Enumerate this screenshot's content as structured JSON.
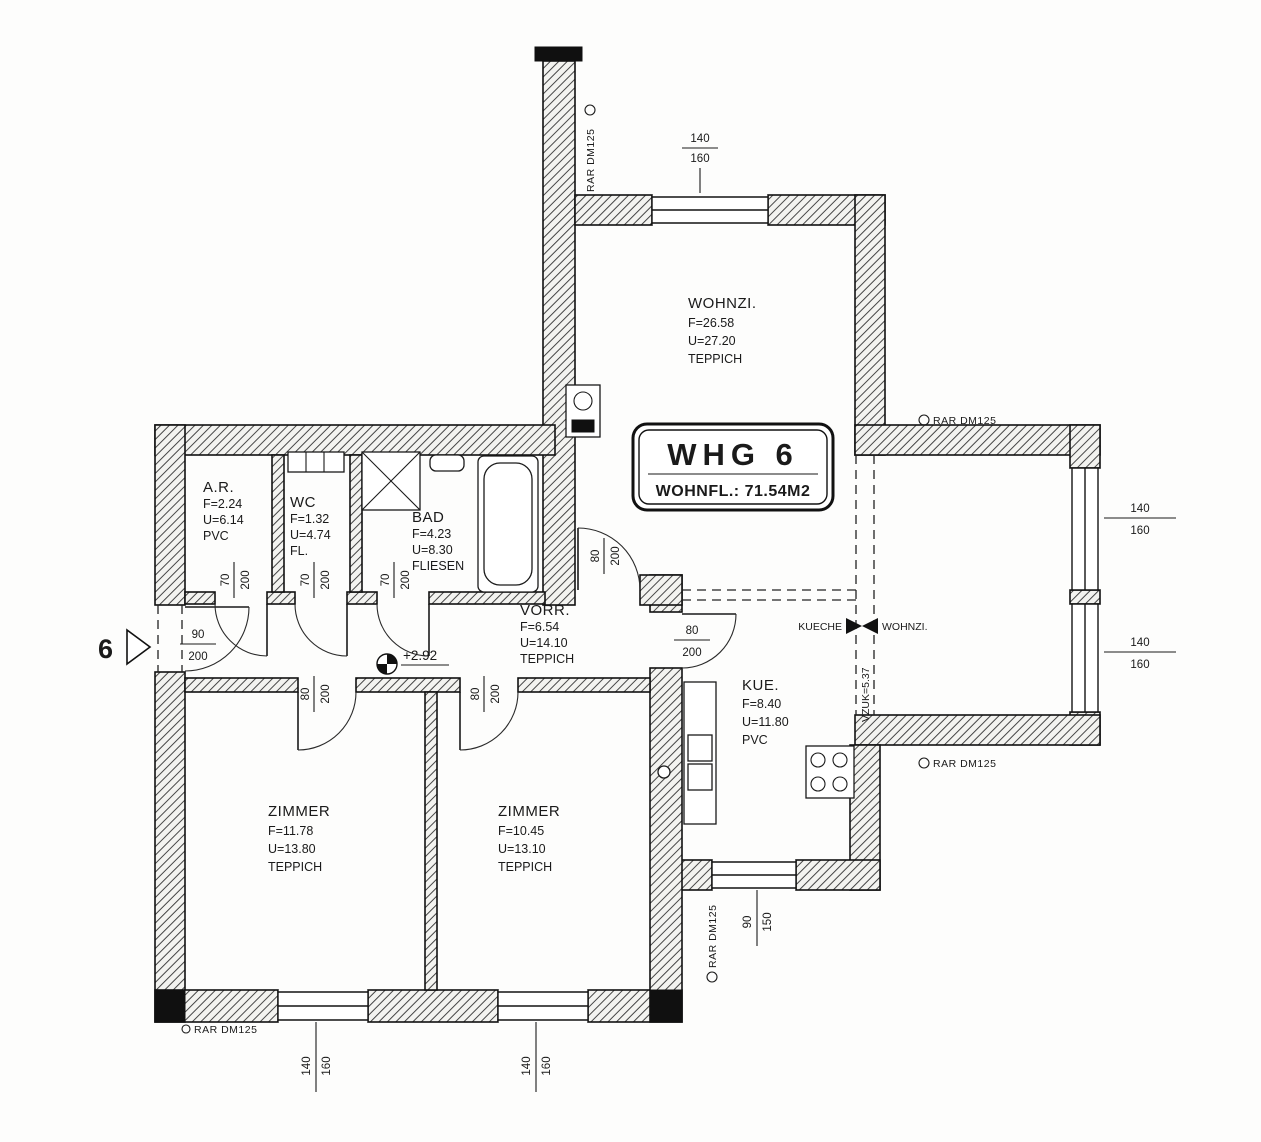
{
  "title_box": {
    "unit": "WHG 6",
    "area": "WOHNFL.: 71.54M2"
  },
  "rooms": {
    "wohnzimmer": {
      "name": "WOHNZI.",
      "area": "F=26.58",
      "circumference": "U=27.20",
      "floor": "TEPPICH"
    },
    "abstellraum": {
      "name": "A.R.",
      "area": "F=2.24",
      "circumference": "U=6.14",
      "floor": "PVC"
    },
    "wc": {
      "name": "WC",
      "area": "F=1.32",
      "circumference": "U=4.74",
      "floor": "FL."
    },
    "bad": {
      "name": "BAD",
      "area": "F=4.23",
      "circumference": "U=8.30",
      "floor": "FLIESEN"
    },
    "vorraum": {
      "name": "VORR.",
      "area": "F=6.54",
      "circumference": "U=14.10",
      "floor": "TEPPICH"
    },
    "kueche": {
      "name": "KUE.",
      "area": "F=8.40",
      "circumference": "U=11.80",
      "floor": "PVC"
    },
    "zimmer_links": {
      "name": "ZIMMER",
      "area": "F=11.78",
      "circumference": "U=13.80",
      "floor": "TEPPICH"
    },
    "zimmer_rechts": {
      "name": "ZIMMER",
      "area": "F=10.45",
      "circumference": "U=13.10",
      "floor": "TEPPICH"
    }
  },
  "window_dims": {
    "top": {
      "width": "140",
      "height": "160"
    },
    "right_upper": {
      "width": "140",
      "height": "160"
    },
    "right_lower": {
      "width": "140",
      "height": "160"
    },
    "bottom_left": {
      "width": "140",
      "height": "160"
    },
    "bottom_right": {
      "width": "140",
      "height": "160"
    },
    "kitchen": {
      "width": "90",
      "height": "150"
    }
  },
  "door_dims": {
    "entrance": {
      "width": "90",
      "height": "200"
    },
    "ar": {
      "width": "70",
      "height": "200"
    },
    "wc": {
      "width": "70",
      "height": "200"
    },
    "bad": {
      "width": "70",
      "height": "200"
    },
    "wohnzimmer": {
      "width": "80",
      "height": "200"
    },
    "kueche": {
      "width": "80",
      "height": "200"
    },
    "zimmer_links": {
      "width": "80",
      "height": "200"
    },
    "zimmer_rechts": {
      "width": "80",
      "height": "200"
    }
  },
  "annotations": {
    "rar": "RAR DM125",
    "level": "+2.92",
    "entrance_number": "6",
    "pass_left": "KUECHE",
    "pass_right": "WOHNZI.",
    "niche_note": "VZUK=5.37"
  }
}
